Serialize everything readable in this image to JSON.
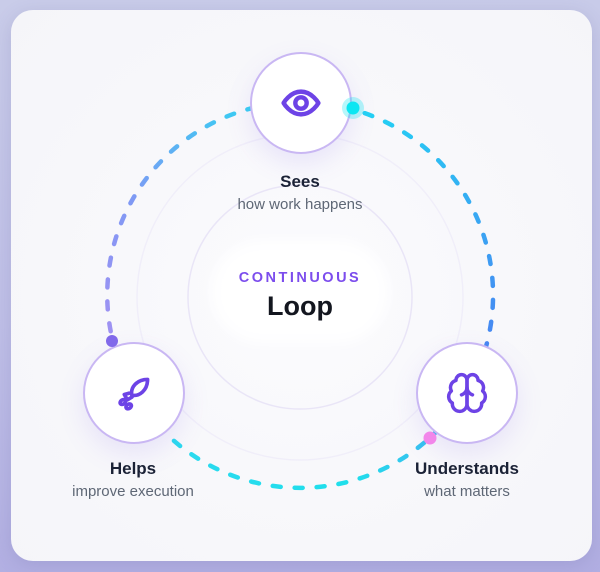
{
  "diagram": {
    "center": {
      "eyebrow": "CONTINUOUS",
      "title": "Loop"
    },
    "nodes": [
      {
        "id": "sees",
        "icon": "eye-icon",
        "label": "Sees",
        "sublabel": "how work happens"
      },
      {
        "id": "understands",
        "icon": "brain-icon",
        "label": "Understands",
        "sublabel": "what matters"
      },
      {
        "id": "helps",
        "icon": "rocket-icon",
        "label": "Helps",
        "sublabel": "improve execution"
      }
    ],
    "colors": {
      "outer_background_top": "#c9cce9",
      "outer_background_bottom": "#b1aee2",
      "card_background": "#f8f8fb",
      "node_border": "#c9b7f3",
      "icon_purple": "#6d43e6",
      "eyebrow_purple": "#7c4ded",
      "title_dark": "#13161f",
      "label_dark": "#1b2236",
      "sublabel_gray": "#5e6775",
      "loop_cyan": "#1eddf4",
      "loop_blue": "#4c7ef2",
      "loop_purple": "#a98ff2",
      "dot_cyan": "#0ce6f2",
      "dot_purple": "#8169ea",
      "dot_pink": "#f286ea"
    }
  }
}
